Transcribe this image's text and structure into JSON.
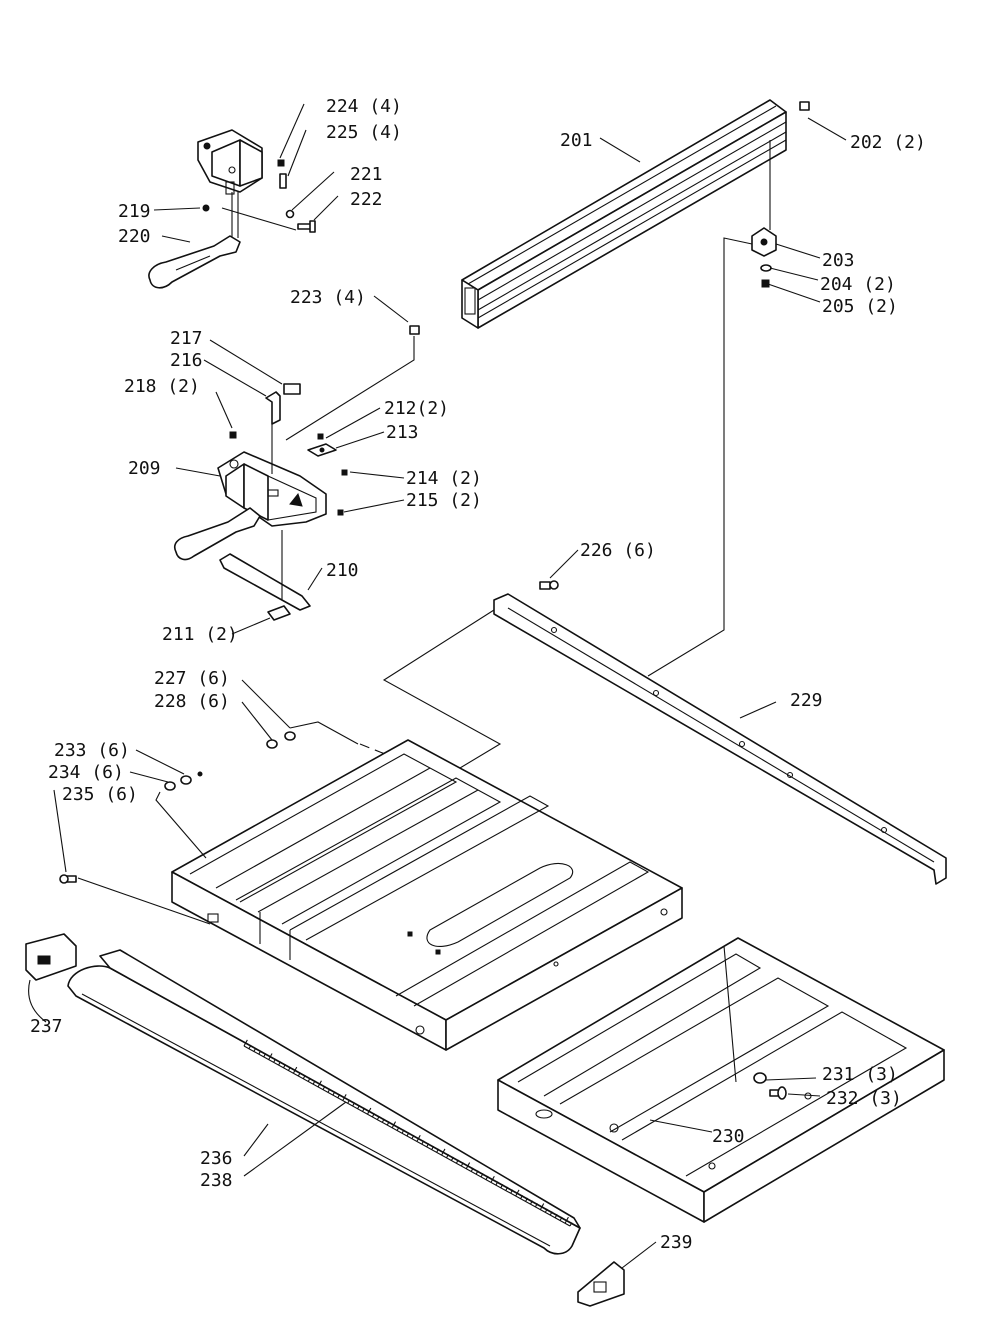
{
  "labels": {
    "l201": "201",
    "l202": "202 (2)",
    "l203": "203",
    "l204": "204 (2)",
    "l205": "205 (2)",
    "l209": "209",
    "l210": "210",
    "l211": "211 (2)",
    "l212": "212(2)",
    "l213": "213",
    "l214": "214 (2)",
    "l215": "215 (2)",
    "l216": "216",
    "l217": "217",
    "l218": "218 (2)",
    "l219": "219",
    "l220": "220",
    "l221": "221",
    "l222": "222",
    "l223": "223 (4)",
    "l224": "224 (4)",
    "l225": "225 (4)",
    "l226": "226 (6)",
    "l227": "227 (6)",
    "l228": "228 (6)",
    "l229": "229",
    "l230": "230",
    "l231": "231 (3)",
    "l232": "232 (3)",
    "l233": "233 (6)",
    "l234": "234 (6)",
    "l235": "235 (6)",
    "l236": "236",
    "l237": "237",
    "l238": "238",
    "l239": "239"
  }
}
